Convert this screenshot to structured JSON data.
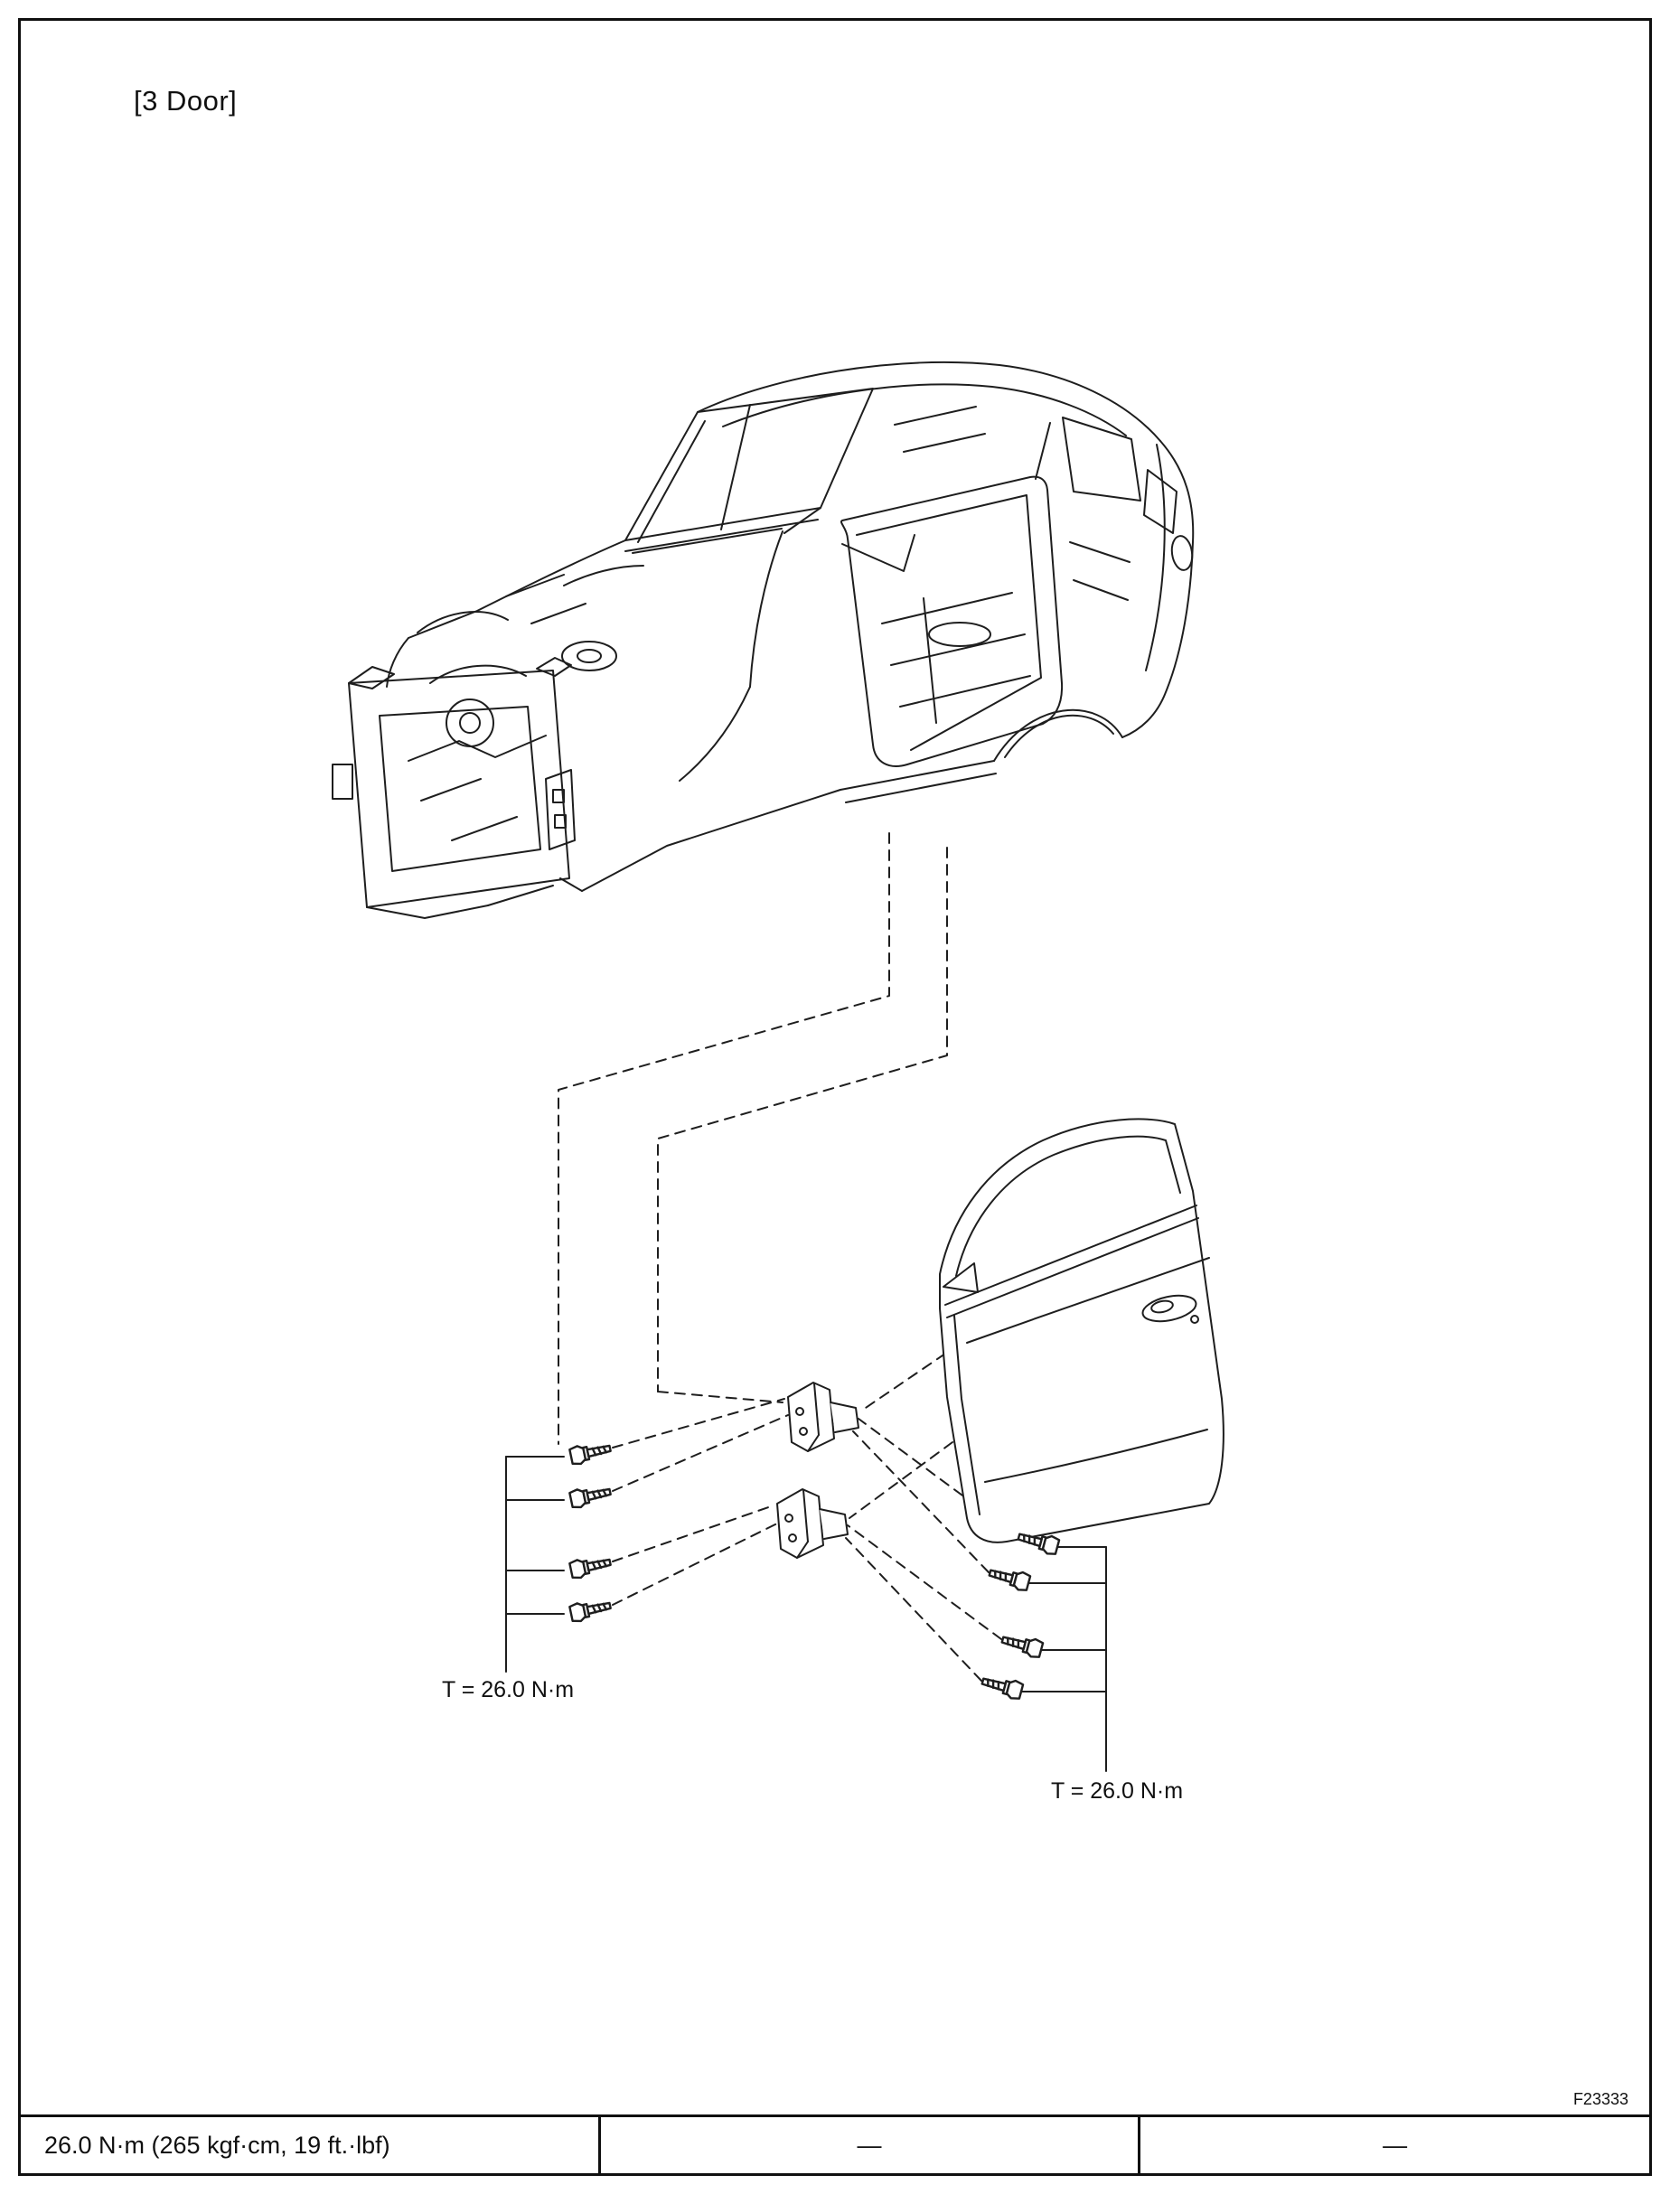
{
  "page": {
    "variant_label": "[3 Door]",
    "figure_code": "F23333"
  },
  "callouts": {
    "left_torque": "T = 26.0 N·m",
    "right_torque": "T = 26.0 N·m"
  },
  "footer_table": {
    "cells": [
      "26.0 N·m (265 kgf·cm, 19 ft.·lbf)",
      "—",
      "—"
    ]
  },
  "icons": {
    "bolt": "hex-flange-bolt",
    "hinge": "door-hinge-bracket"
  },
  "colors": {
    "line": "#1e1e1e",
    "border": "#101010",
    "background": "#ffffff"
  }
}
